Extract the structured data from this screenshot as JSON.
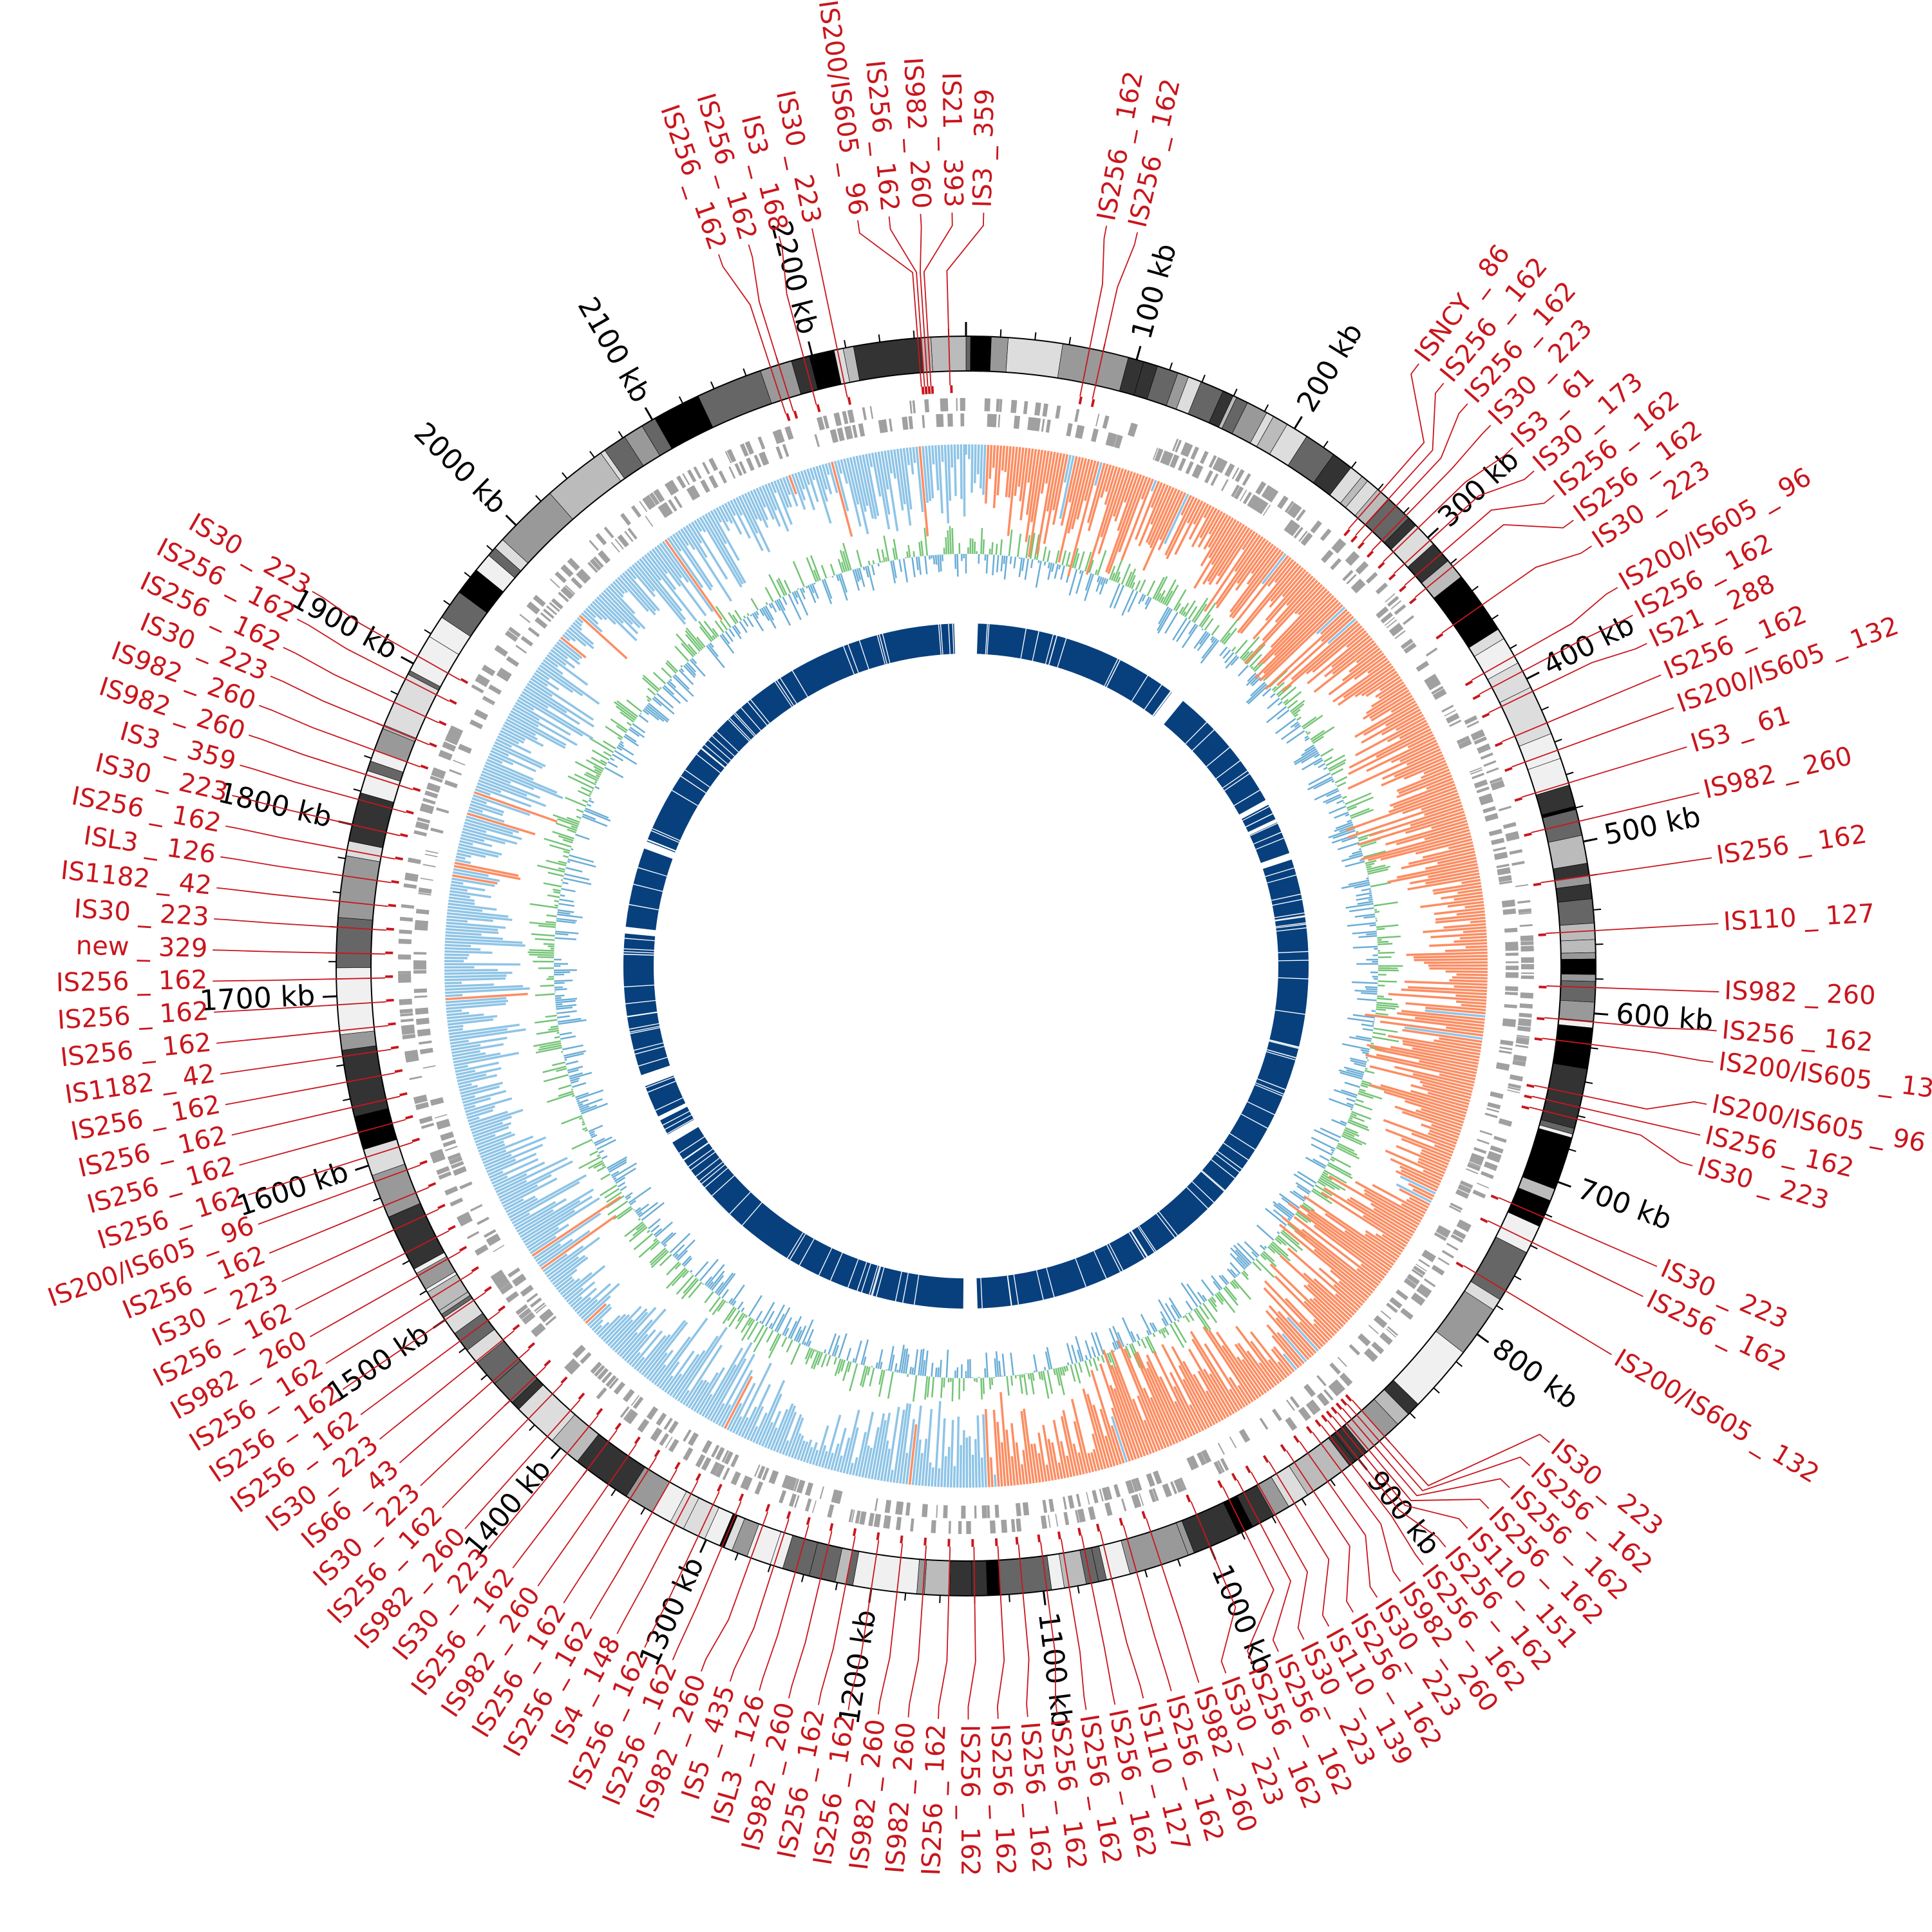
{
  "genome_length_kb": 2290,
  "tick_labels": [
    "100 kb",
    "200 kb",
    "300 kb",
    "400 kb",
    "500 kb",
    "600 kb",
    "700 kb",
    "800 kb",
    "900 kb",
    "1000 kb",
    "1100 kb",
    "1200 kb",
    "1300 kb",
    "1400 kb",
    "1500 kb",
    "1600 kb",
    "1700 kb",
    "1800 kb",
    "1900 kb",
    "2000 kb",
    "2100 kb",
    "2200 kb"
  ],
  "colors": {
    "is_label": "#c8161d",
    "gc_skew_positive": "#fc8d62",
    "gc_skew_negative": "#8ec4e6",
    "gc_content_high": "#74c476",
    "gc_content_low": "#6baed6",
    "inner_blocks": "#08407e",
    "genes": "#a0a0a0"
  },
  "is_elements": [
    [
      "IS200/IS605 _ 96",
      2262
    ],
    [
      "IS256 _ 162",
      2264
    ],
    [
      "IS982 _ 260",
      2266
    ],
    [
      "IS21 _ 393",
      2268
    ],
    [
      "IS3 _ 359",
      2280
    ],
    [
      "IS256 _ 162",
      72
    ],
    [
      "IS256 _ 162",
      80
    ],
    [
      "ISNCY _ 86",
      262
    ],
    [
      "IS256 _ 162",
      268
    ],
    [
      "IS256 _ 162",
      274
    ],
    [
      "IS30 _ 223",
      282
    ],
    [
      "IS3 _ 61",
      292
    ],
    [
      "IS30 _ 173",
      302
    ],
    [
      "IS256 _ 162",
      312
    ],
    [
      "IS256 _ 162",
      322
    ],
    [
      "IS30 _ 223",
      350
    ],
    [
      "IS200/IS605 _ 96",
      385
    ],
    [
      "IS256 _ 162",
      395
    ],
    [
      "IS21 _ 288",
      408
    ],
    [
      "IS256 _ 162",
      428
    ],
    [
      "IS200/IS605 _ 132",
      445
    ],
    [
      "IS3 _ 61",
      465
    ],
    [
      "IS982 _ 260",
      488
    ],
    [
      "IS256 _ 162",
      520
    ],
    [
      "IS110 _ 127",
      552
    ],
    [
      "IS982 _ 260",
      585
    ],
    [
      "IS256 _ 162",
      605
    ],
    [
      "IS200/IS605 _ 132",
      618
    ],
    [
      "IS200/IS605 _ 96",
      648
    ],
    [
      "IS256 _ 162",
      655
    ],
    [
      "IS30 _ 223",
      662
    ],
    [
      "IS30 _ 223",
      722
    ],
    [
      "IS256 _ 162",
      738
    ],
    [
      "IS200/IS605 _ 132",
      770
    ],
    [
      "IS30 _ 223",
      880
    ],
    [
      "IS256 _ 162",
      884
    ],
    [
      "IS256 _ 162",
      888
    ],
    [
      "IS256 _ 162",
      892
    ],
    [
      "IS110 _ 151",
      896
    ],
    [
      "IS256 _ 162",
      900
    ],
    [
      "IS256 _ 162",
      905
    ],
    [
      "IS982 _ 260",
      912
    ],
    [
      "IS30 _ 223",
      922
    ],
    [
      "IS256 _ 162",
      932
    ],
    [
      "IS110 _ 139",
      945
    ],
    [
      "IS30 _ 223",
      958
    ],
    [
      "IS256 _ 162",
      968
    ],
    [
      "IS256 _ 162",
      978
    ],
    [
      "IS30 _ 223",
      1000
    ],
    [
      "IS982 _ 260",
      1030
    ],
    [
      "IS256 _ 162",
      1045
    ],
    [
      "IS110 _ 127",
      1060
    ],
    [
      "IS256 _ 162",
      1072
    ],
    [
      "IS256 _ 162",
      1085
    ],
    [
      "IS256 _ 162",
      1098
    ],
    [
      "IS256 _ 162",
      1112
    ],
    [
      "IS256 _ 162",
      1125
    ],
    [
      "IS256 _ 162",
      1140
    ],
    [
      "IS256 _ 162",
      1155
    ],
    [
      "IS982 _ 260",
      1170
    ],
    [
      "IS982 _ 260",
      1185
    ],
    [
      "IS256 _ 162",
      1200
    ],
    [
      "IS256 _ 162",
      1215
    ],
    [
      "IS982 _ 260",
      1230
    ],
    [
      "ISL3 _ 126",
      1245
    ],
    [
      "IS5 _ 435",
      1258
    ],
    [
      "IS982 _ 260",
      1272
    ],
    [
      "IS256 _ 162",
      1290
    ],
    [
      "IS256 _ 162",
      1305
    ],
    [
      "IS4 _ 148",
      1320
    ],
    [
      "IS256 _ 162",
      1335
    ],
    [
      "IS256 _ 162",
      1350
    ],
    [
      "IS982 _ 260",
      1365
    ],
    [
      "IS256 _ 162",
      1380
    ],
    [
      "IS30 _ 223",
      1395
    ],
    [
      "IS982 _ 260",
      1410
    ],
    [
      "IS256 _ 162",
      1425
    ],
    [
      "IS30 _ 223",
      1440
    ],
    [
      "IS66 _ 43",
      1455
    ],
    [
      "IS30 _ 223",
      1470
    ],
    [
      "IS256 _ 162",
      1485
    ],
    [
      "IS256 _ 162",
      1500
    ],
    [
      "IS256 _ 162",
      1515
    ],
    [
      "IS982 _ 260",
      1530
    ],
    [
      "IS256 _ 162",
      1545
    ],
    [
      "IS30 _ 223",
      1560
    ],
    [
      "IS256 _ 162",
      1575
    ],
    [
      "IS200/IS605 _ 96",
      1590
    ],
    [
      "IS256 _ 162",
      1605
    ],
    [
      "IS256 _ 162",
      1620
    ],
    [
      "IS256 _ 162",
      1635
    ],
    [
      "IS256 _ 162",
      1650
    ],
    [
      "IS1182 _ 42",
      1665
    ],
    [
      "IS256 _ 162",
      1680
    ],
    [
      "IS256 _ 162",
      1695
    ],
    [
      "IS256 _ 162",
      1710
    ],
    [
      "new _ 329",
      1725
    ],
    [
      "IS30 _ 223",
      1740
    ],
    [
      "IS1182 _ 42",
      1755
    ],
    [
      "ISL3 _ 126",
      1770
    ],
    [
      "IS256 _ 162",
      1785
    ],
    [
      "IS30 _ 223",
      1800
    ],
    [
      "IS3 _ 359",
      1815
    ],
    [
      "IS982 _ 260",
      1830
    ],
    [
      "IS982 _ 260",
      1845
    ],
    [
      "IS30 _ 223",
      1860
    ],
    [
      "IS256 _ 162",
      1875
    ],
    [
      "IS256 _ 162",
      1890
    ],
    [
      "IS30 _ 223",
      1905
    ],
    [
      "IS256 _ 162",
      2175
    ],
    [
      "IS256 _ 162",
      2180
    ],
    [
      "IS3 _ 168",
      2195
    ],
    [
      "IS30 _ 223",
      2215
    ]
  ]
}
